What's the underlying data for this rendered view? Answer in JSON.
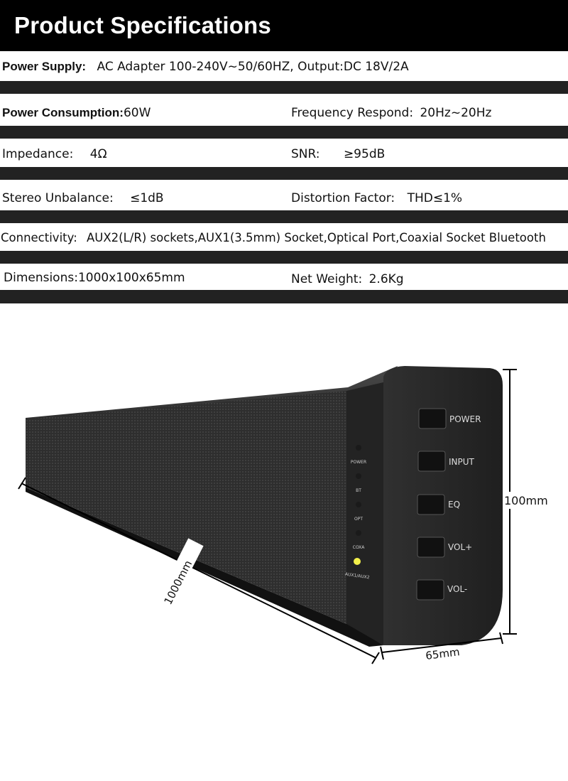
{
  "header": {
    "title": "Product Specifications"
  },
  "specs": {
    "power_supply": {
      "label": "Power Supply:",
      "value": "AC Adapter 100-240V~50/60HZ,  Output:DC 18V/2A"
    },
    "power_consumption": {
      "label": "Power Consumption:",
      "value": "60W"
    },
    "frequency": {
      "label": "Frequency Respond:",
      "value": "20Hz~20Hz"
    },
    "impedance": {
      "label": "Impedance:",
      "value": "4Ω"
    },
    "snr": {
      "label": "SNR:",
      "value": "≥95dB"
    },
    "stereo": {
      "label": "Stereo Unbalance:",
      "value": "≤1dB"
    },
    "distortion": {
      "label": "Distortion Factor:",
      "value": "THD≤1%"
    },
    "connectivity": {
      "label": "Connectivity:",
      "value": "AUX2(L/R) sockets,AUX1(3.5mm) Socket,Optical Port,Coaxial Socket Bluetooth"
    },
    "dimensions": {
      "label": "Dimensions:",
      "value": "1000x100x65mm"
    },
    "weight": {
      "label": "Net Weight:",
      "value": "2.6Kg"
    }
  },
  "product": {
    "buttons": [
      "POWER",
      "INPUT",
      "EQ",
      "VOL+",
      "VOL-"
    ],
    "indicators": [
      "POWER",
      "BT",
      "OPT",
      "COXA",
      "AUX1/AUX2"
    ],
    "dim_length": "1000mm",
    "dim_height": "100mm",
    "dim_depth": "65mm",
    "indicator_active_color": "#f3f04a",
    "body_color": "#2b2b2b"
  }
}
